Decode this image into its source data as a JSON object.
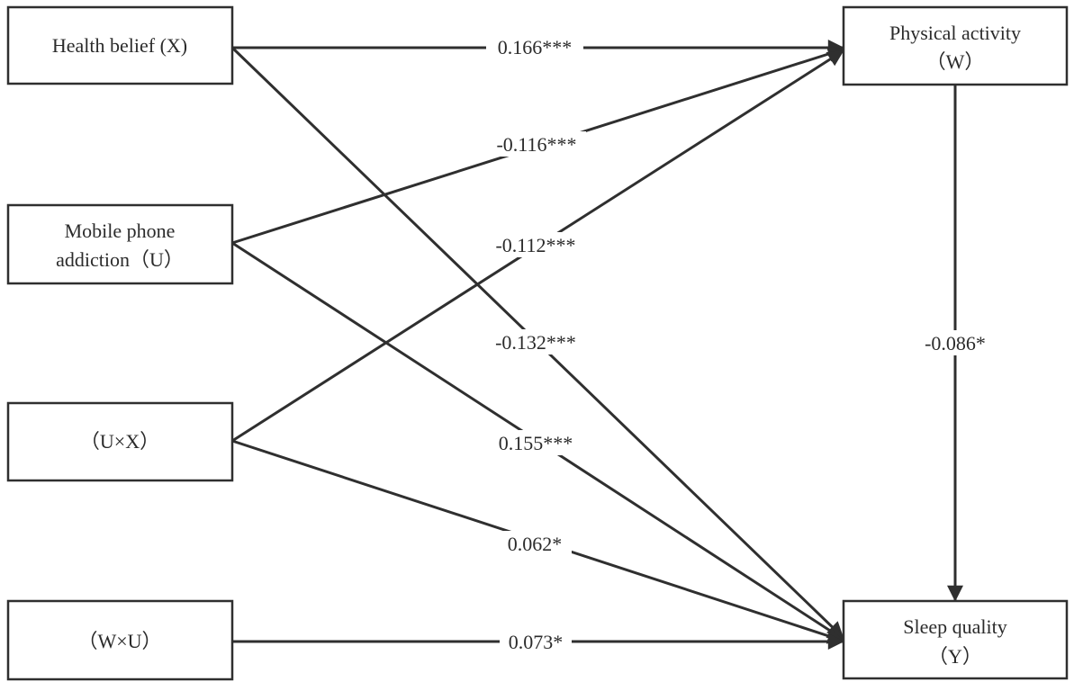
{
  "nodes": {
    "health_belief": {
      "lines": [
        "Health belief (X)"
      ]
    },
    "phone_addiction": {
      "lines": [
        "Mobile phone",
        "addiction（U）"
      ]
    },
    "interaction_ux": {
      "lines": [
        "（U×X）"
      ]
    },
    "interaction_wu": {
      "lines": [
        "（W×U）"
      ]
    },
    "physical_activity": {
      "lines": [
        "Physical activity",
        "（W）"
      ]
    },
    "sleep_quality": {
      "lines": [
        "Sleep quality",
        "（Y）"
      ]
    }
  },
  "edges": [
    {
      "id": "hb-pa",
      "from": "health_belief",
      "to": "physical_activity",
      "coef": "0.166***"
    },
    {
      "id": "pm-pa",
      "from": "phone_addiction",
      "to": "physical_activity",
      "coef": "-0.116***"
    },
    {
      "id": "ux-pa",
      "from": "interaction_ux",
      "to": "physical_activity",
      "coef": "-0.112***"
    },
    {
      "id": "hb-sq",
      "from": "health_belief",
      "to": "sleep_quality",
      "coef": "-0.132***"
    },
    {
      "id": "pm-sq",
      "from": "phone_addiction",
      "to": "sleep_quality",
      "coef": "0.155***"
    },
    {
      "id": "ux-sq",
      "from": "interaction_ux",
      "to": "sleep_quality",
      "coef": "0.062*"
    },
    {
      "id": "wu-sq",
      "from": "interaction_wu",
      "to": "sleep_quality",
      "coef": "0.073*"
    },
    {
      "id": "pa-sq",
      "from": "physical_activity",
      "to": "sleep_quality",
      "coef": "-0.086*"
    }
  ]
}
